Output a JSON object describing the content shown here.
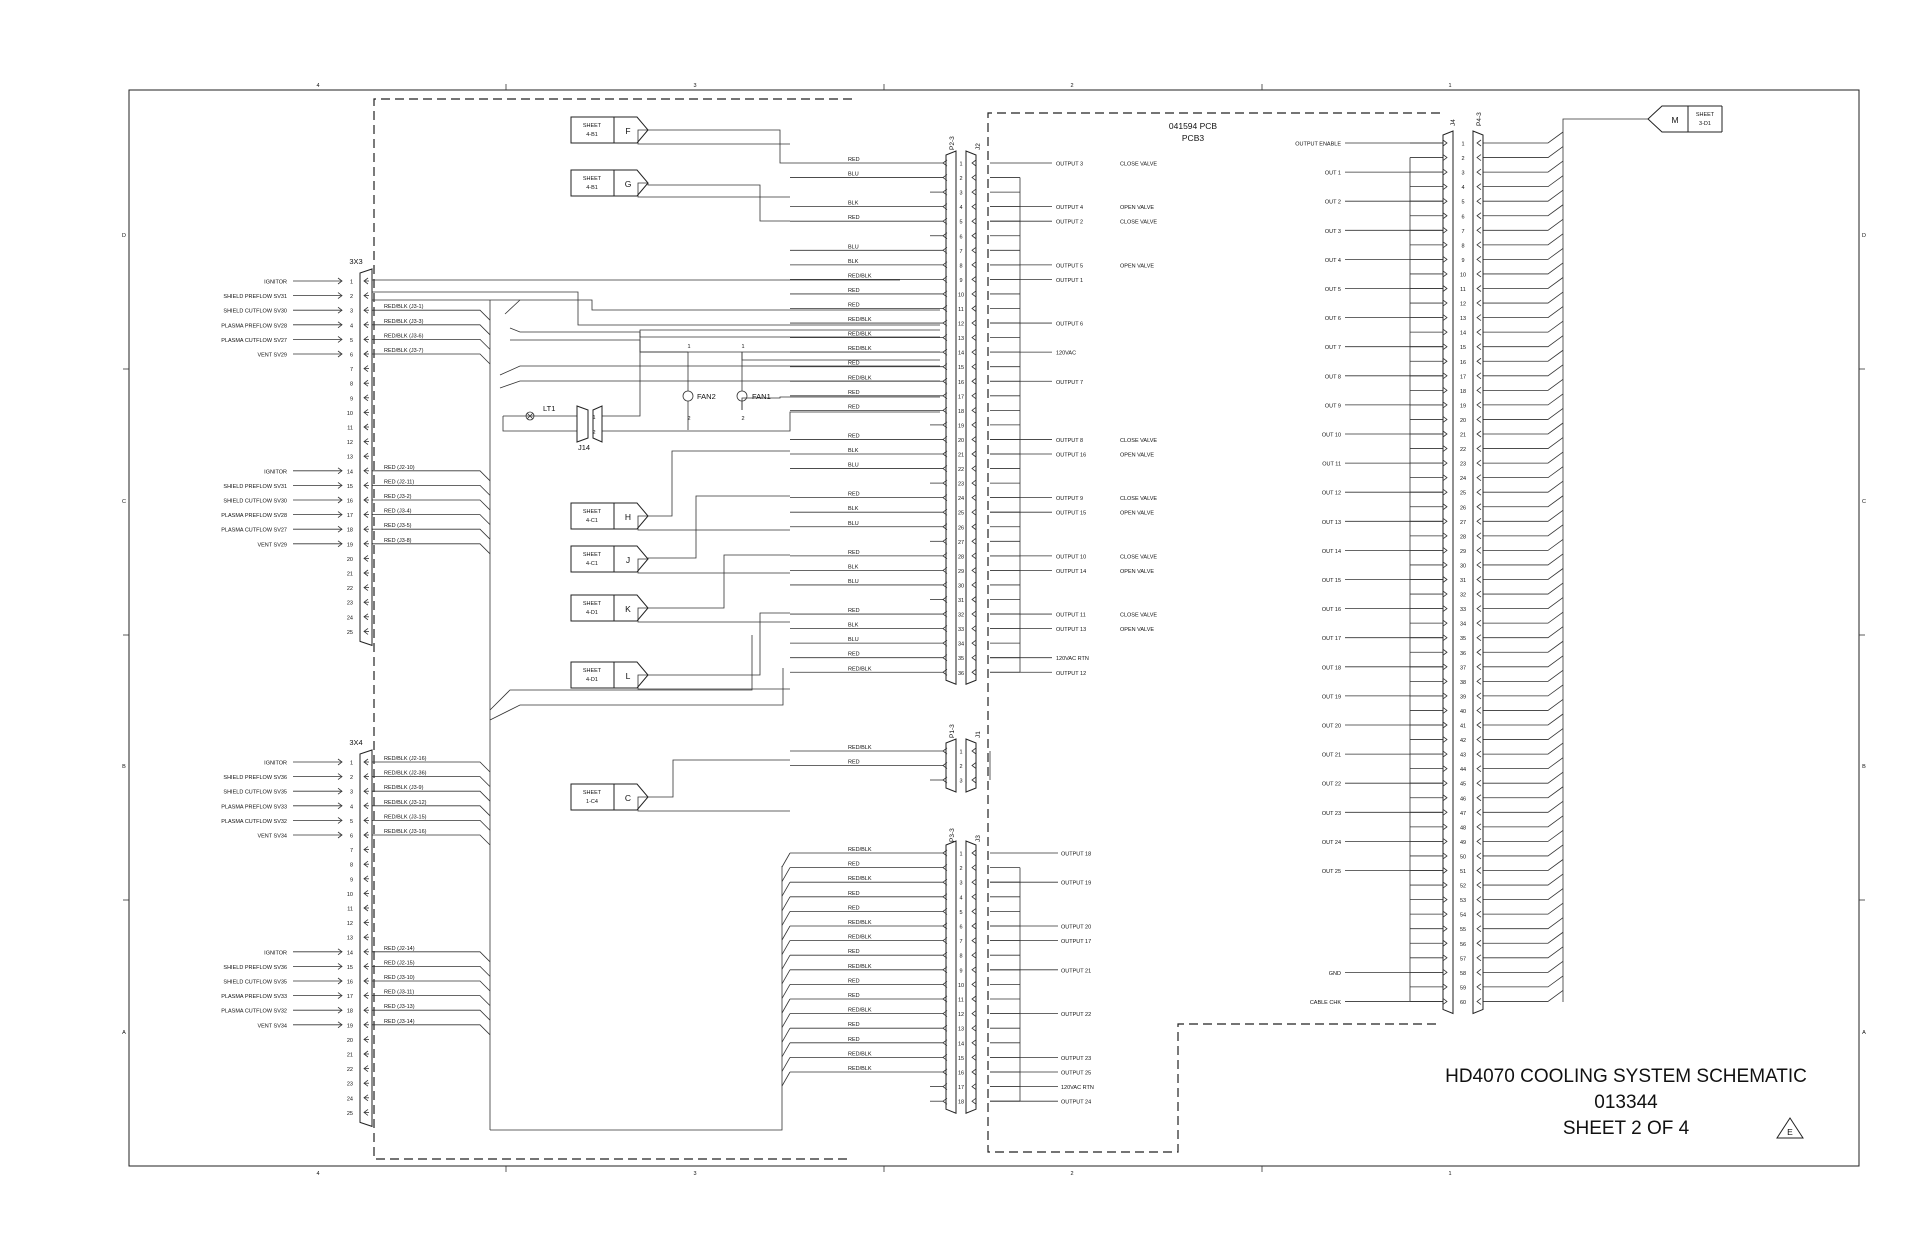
{
  "title": {
    "line1": "HD4070 COOLING SYSTEM SCHEMATIC",
    "line2": "013344",
    "line3": "SHEET 2 OF 4",
    "revision": "E"
  },
  "border": {
    "zones_top": [
      "4",
      "3",
      "2",
      "1"
    ],
    "zones_side": [
      "D",
      "C",
      "B",
      "A"
    ]
  },
  "pcb": {
    "part": "041594 PCB",
    "ref": "PCB3"
  },
  "connector_labels": {
    "3X3": "3X3",
    "3X4": "3X4",
    "P2_3": "P2-3",
    "J2": "J2",
    "P1_3": "P1-3",
    "J1": "J1",
    "P3_3": "P3-3",
    "J3": "J3",
    "J4": "J4",
    "P4_3": "P4-3",
    "J14": "J14",
    "LT1": "LT1",
    "FAN1": "FAN1",
    "FAN2": "FAN2"
  },
  "offsheet": [
    {
      "letter": "F",
      "ref": "4-B1"
    },
    {
      "letter": "G",
      "ref": "4-B1"
    },
    {
      "letter": "H",
      "ref": "4-C1"
    },
    {
      "letter": "J",
      "ref": "4-C1"
    },
    {
      "letter": "K",
      "ref": "4-D1"
    },
    {
      "letter": "L",
      "ref": "4-D1"
    },
    {
      "letter": "C",
      "ref": "1-C4"
    },
    {
      "letter": "M",
      "ref": "3-D1"
    }
  ],
  "sheet_word": "SHEET",
  "x3_inputs": [
    {
      "pin": 1,
      "name": "IGNITOR",
      "wire": ""
    },
    {
      "pin": 2,
      "name": "SHIELD PREFLOW SV31",
      "wire": ""
    },
    {
      "pin": 3,
      "name": "SHIELD CUTFLOW SV30",
      "wire": "RED/BLK (J3-1)"
    },
    {
      "pin": 4,
      "name": "PLASMA PREFLOW SV28",
      "wire": "RED/BLK (J3-3)"
    },
    {
      "pin": 5,
      "name": "PLASMA CUTFLOW SV27",
      "wire": "RED/BLK (J3-6)"
    },
    {
      "pin": 6,
      "name": "VENT SV29",
      "wire": "RED/BLK (J3-7)"
    },
    {
      "pin": 14,
      "name": "IGNITOR",
      "wire": "RED (J2-10)"
    },
    {
      "pin": 15,
      "name": "SHIELD PREFLOW SV31",
      "wire": "RED (J2-11)"
    },
    {
      "pin": 16,
      "name": "SHIELD CUTFLOW SV30",
      "wire": "RED (J3-2)"
    },
    {
      "pin": 17,
      "name": "PLASMA PREFLOW SV28",
      "wire": "RED (J3-4)"
    },
    {
      "pin": 18,
      "name": "PLASMA CUTFLOW SV27",
      "wire": "RED (J3-5)"
    },
    {
      "pin": 19,
      "name": "VENT SV29",
      "wire": "RED (J3-8)"
    }
  ],
  "x4_inputs": [
    {
      "pin": 1,
      "name": "IGNITOR",
      "wire": "RED/BLK (J2-16)"
    },
    {
      "pin": 2,
      "name": "SHIELD PREFLOW SV36",
      "wire": "RED/BLK (J2-36)"
    },
    {
      "pin": 3,
      "name": "SHIELD CUTFLOW SV35",
      "wire": "RED/BLK (J3-9)"
    },
    {
      "pin": 4,
      "name": "PLASMA PREFLOW SV33",
      "wire": "RED/BLK (J3-12)"
    },
    {
      "pin": 5,
      "name": "PLASMA CUTFLOW SV32",
      "wire": "RED/BLK (J3-15)"
    },
    {
      "pin": 6,
      "name": "VENT SV34",
      "wire": "RED/BLK (J3-16)"
    },
    {
      "pin": 14,
      "name": "IGNITOR",
      "wire": "RED (J2-14)"
    },
    {
      "pin": 15,
      "name": "SHIELD PREFLOW SV36",
      "wire": "RED (J2-15)"
    },
    {
      "pin": 16,
      "name": "SHIELD CUTFLOW SV35",
      "wire": "RED (J3-10)"
    },
    {
      "pin": 17,
      "name": "PLASMA PREFLOW SV33",
      "wire": "RED (J3-11)"
    },
    {
      "pin": 18,
      "name": "PLASMA CUTFLOW SV32",
      "wire": "RED (J3-13)"
    },
    {
      "pin": 19,
      "name": "VENT SV34",
      "wire": "RED (J3-14)"
    }
  ],
  "j2_wires": [
    "RED",
    "BLU",
    "",
    "BLK",
    "RED",
    "",
    "BLU",
    "BLK",
    "RED/BLK",
    "RED",
    "RED",
    "RED/BLK",
    "RED/BLK",
    "RED/BLK",
    "RED",
    "RED/BLK",
    "RED",
    "RED",
    "",
    "RED",
    "BLK",
    "BLU",
    "",
    "RED",
    "BLK",
    "BLU",
    "",
    "RED",
    "BLK",
    "BLU",
    "",
    "RED",
    "BLK",
    "BLU",
    "RED",
    "RED/BLK"
  ],
  "j2_outputs": [
    {
      "pin": 1,
      "output": "OUTPUT 3",
      "valve": "CLOSE VALVE"
    },
    {
      "pin": 4,
      "output": "OUTPUT 4",
      "valve": "OPEN VALVE"
    },
    {
      "pin": 5,
      "output": "OUTPUT 2",
      "valve": "CLOSE VALVE"
    },
    {
      "pin": 8,
      "output": "OUTPUT 5",
      "valve": "OPEN VALVE"
    },
    {
      "pin": 9,
      "output": "OUTPUT 1",
      "valve": ""
    },
    {
      "pin": 12,
      "output": "OUTPUT 6",
      "valve": ""
    },
    {
      "pin": 14,
      "output": "120VAC",
      "valve": ""
    },
    {
      "pin": 16,
      "output": "OUTPUT 7",
      "valve": ""
    },
    {
      "pin": 20,
      "output": "OUTPUT 8",
      "valve": "CLOSE VALVE"
    },
    {
      "pin": 21,
      "output": "OUTPUT 16",
      "valve": "OPEN VALVE"
    },
    {
      "pin": 24,
      "output": "OUTPUT 9",
      "valve": "CLOSE VALVE"
    },
    {
      "pin": 25,
      "output": "OUTPUT 15",
      "valve": "OPEN VALVE"
    },
    {
      "pin": 28,
      "output": "OUTPUT 10",
      "valve": "CLOSE VALVE"
    },
    {
      "pin": 29,
      "output": "OUTPUT 14",
      "valve": "OPEN VALVE"
    },
    {
      "pin": 32,
      "output": "OUTPUT 11",
      "valve": "CLOSE VALVE"
    },
    {
      "pin": 33,
      "output": "OUTPUT 13",
      "valve": "OPEN VALVE"
    },
    {
      "pin": 35,
      "output": "120VAC RTN",
      "valve": ""
    },
    {
      "pin": 36,
      "output": "OUTPUT 12",
      "valve": ""
    }
  ],
  "j1_wires": [
    "RED/BLK",
    "RED",
    ""
  ],
  "j3_wires": [
    "RED/BLK",
    "RED",
    "RED/BLK",
    "RED",
    "RED",
    "RED/BLK",
    "RED/BLK",
    "RED",
    "RED/BLK",
    "RED",
    "RED",
    "RED/BLK",
    "RED",
    "RED",
    "RED/BLK",
    "RED/BLK",
    "",
    ""
  ],
  "j3_outputs": [
    {
      "pin": 1,
      "output": "OUTPUT 18"
    },
    {
      "pin": 3,
      "output": "OUTPUT 19"
    },
    {
      "pin": 6,
      "output": "OUTPUT 20"
    },
    {
      "pin": 7,
      "output": "OUTPUT 17"
    },
    {
      "pin": 9,
      "output": "OUTPUT 21"
    },
    {
      "pin": 12,
      "output": "OUTPUT 22"
    },
    {
      "pin": 15,
      "output": "OUTPUT 23"
    },
    {
      "pin": 16,
      "output": "OUTPUT 25"
    },
    {
      "pin": 17,
      "output": "120VAC RTN"
    },
    {
      "pin": 18,
      "output": "OUTPUT 24"
    }
  ],
  "j4_signals": [
    {
      "pin": 1,
      "name": "OUTPUT ENABLE"
    },
    {
      "pin": 3,
      "name": "OUT 1"
    },
    {
      "pin": 5,
      "name": "OUT 2"
    },
    {
      "pin": 7,
      "name": "OUT 3"
    },
    {
      "pin": 9,
      "name": "OUT 4"
    },
    {
      "pin": 11,
      "name": "OUT 5"
    },
    {
      "pin": 13,
      "name": "OUT 6"
    },
    {
      "pin": 15,
      "name": "OUT 7"
    },
    {
      "pin": 17,
      "name": "OUT 8"
    },
    {
      "pin": 19,
      "name": "OUT 9"
    },
    {
      "pin": 21,
      "name": "OUT 10"
    },
    {
      "pin": 23,
      "name": "OUT 11"
    },
    {
      "pin": 25,
      "name": "OUT 12"
    },
    {
      "pin": 27,
      "name": "OUT 13"
    },
    {
      "pin": 29,
      "name": "OUT 14"
    },
    {
      "pin": 31,
      "name": "OUT 15"
    },
    {
      "pin": 33,
      "name": "OUT 16"
    },
    {
      "pin": 35,
      "name": "OUT 17"
    },
    {
      "pin": 37,
      "name": "OUT 18"
    },
    {
      "pin": 39,
      "name": "OUT 19"
    },
    {
      "pin": 41,
      "name": "OUT 20"
    },
    {
      "pin": 43,
      "name": "OUT 21"
    },
    {
      "pin": 45,
      "name": "OUT 22"
    },
    {
      "pin": 47,
      "name": "OUT 23"
    },
    {
      "pin": 49,
      "name": "OUT 24"
    },
    {
      "pin": 51,
      "name": "OUT 25"
    },
    {
      "pin": 58,
      "name": "GND"
    },
    {
      "pin": 60,
      "name": "CABLE CHK"
    }
  ]
}
